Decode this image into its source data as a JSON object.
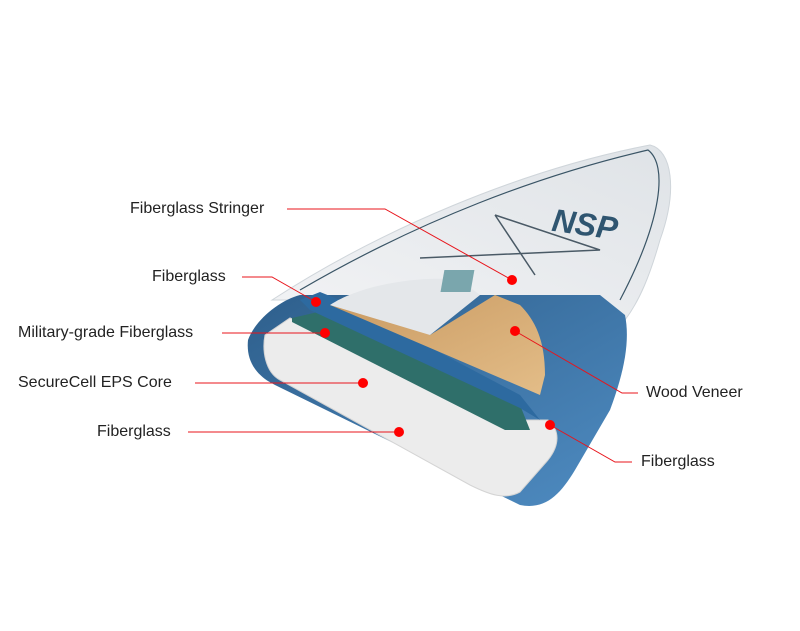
{
  "title": "NSP board construction diagram",
  "logo_text": "NSP",
  "labels": {
    "stringer": "Fiberglass Stringer",
    "fiberglass_top": "Fiberglass",
    "military": "Military-grade Fiberglass",
    "core": "SecureCell EPS Core",
    "fiberglass_bottom": "Fiberglass",
    "wood": "Wood Veneer",
    "fiberglass_right": "Fiberglass"
  },
  "colors": {
    "leader": "#e8141b",
    "hull": "#3f74a6",
    "deck": "#e9ecef",
    "wood": "#d9ae78",
    "core": "#ececec",
    "mesh": "#2f6f6a"
  }
}
